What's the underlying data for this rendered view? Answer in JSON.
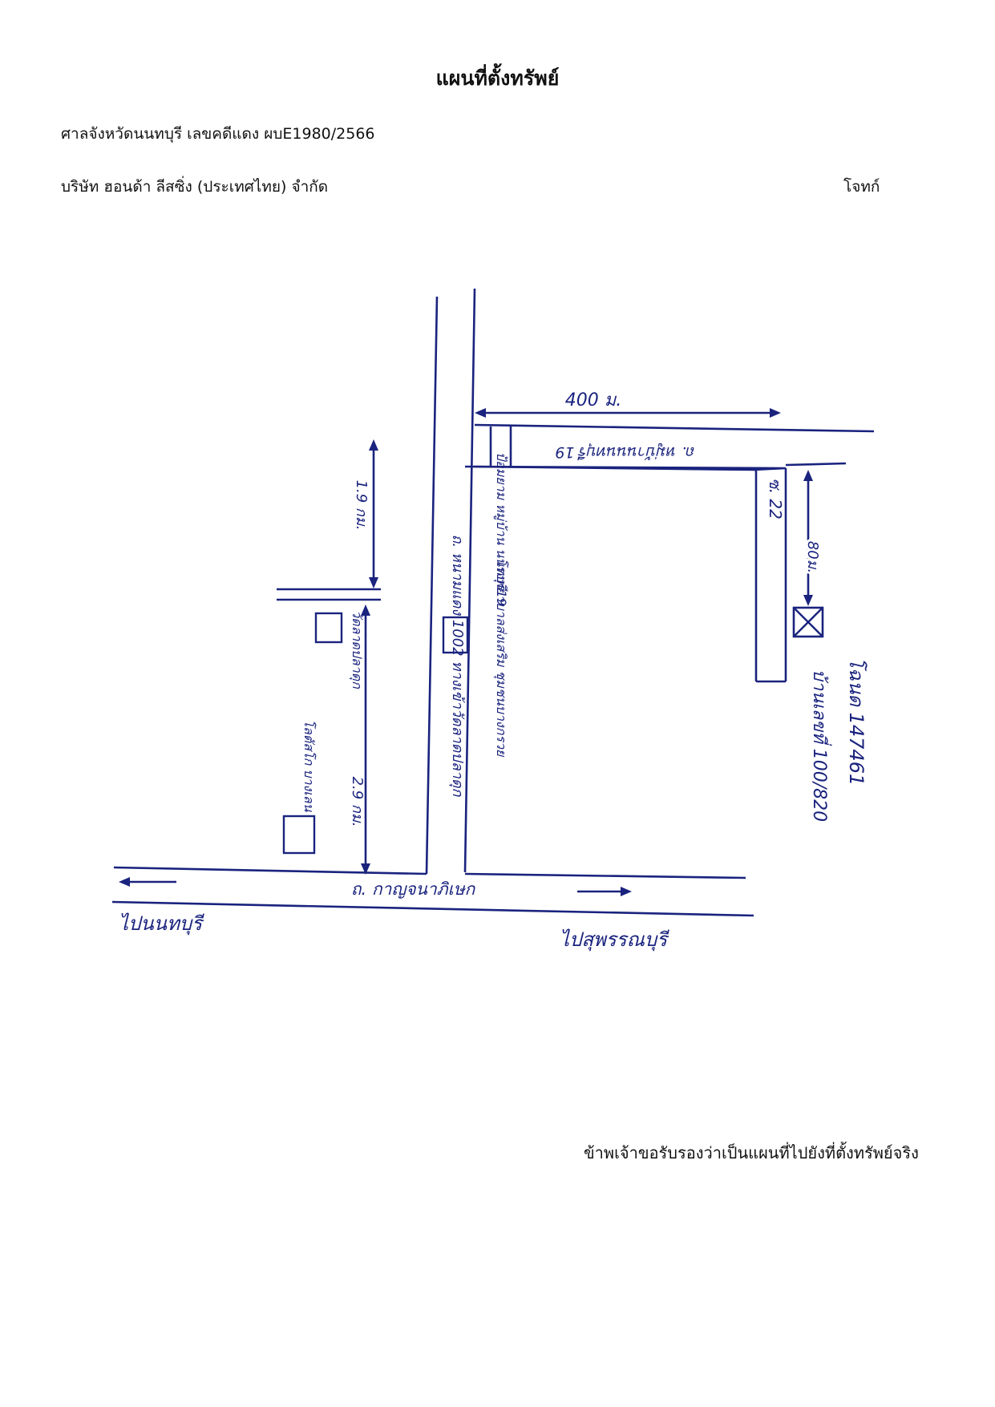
{
  "header": {
    "title": "แผนที่ตั้งทรัพย์",
    "case_line": "ศาลจังหวัดนนทบุรี เลขคดีแดง ผบE1980/2566",
    "plaintiff": "บริษัท ฮอนด้า ลีสซิ่ง (ประเทศไทย) จำกัด",
    "plaintiff_role": "โจทก์"
  },
  "map": {
    "distance_top": "400 ม.",
    "road_top": "ถ. หมู่บ้านนนทบุรี 19",
    "distance_left_upper": "1.9 กม.",
    "main_road": "ถ. หนามแดง 1002 ทางเข้าวัดลาดปลาดุก",
    "village_entrance": "ป้อมยาม หมู่บ้าน นนทบุรี19",
    "soi": "ซ. 22",
    "distance_soi": "80ม.",
    "temple": "วัดลาดปลาดุก",
    "community_hospital": "โรงพยาบาลส่งเสริม ชุมชนบางกรวย",
    "store": "โลตัสโก บางเลน",
    "distance_left_lower": "2.9 กม.",
    "property_deed": "โฉนด 147461",
    "property_house": "บ้านเลขที่ 100/820",
    "highway": "ถ. กาญจนาภิเษก",
    "to_left": "ไปนนทบุรี",
    "to_right": "ไปสุพรรณบุรี"
  },
  "footer": {
    "certification": "ข้าพเจ้าขอรับรองว่าเป็นแผนที่ไปยังที่ตั้งทรัพย์จริง"
  }
}
